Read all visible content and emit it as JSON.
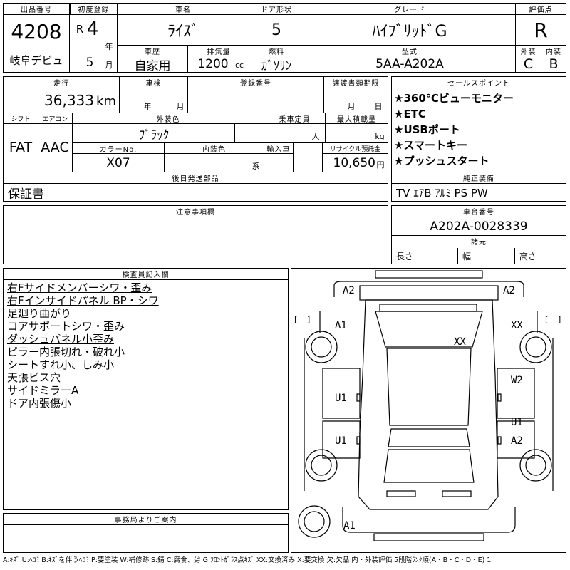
{
  "headers": {
    "lot_number": "出品番号",
    "first_registration": "初度登録",
    "model_name": "車名",
    "door_type": "ドア形状",
    "grade": "グレード",
    "rating": "評価点",
    "history": "車歴",
    "displacement": "排気量",
    "fuel": "燃料",
    "model_code": "型式",
    "exterior": "外装",
    "interior": "内装",
    "mileage": "走行",
    "inspection": "車検",
    "registration_number": "登録番号",
    "transfer_date": "譲渡書類期限",
    "sales_points": "セールスポイント",
    "shift": "シフト",
    "aircon": "エアコン",
    "body_color": "外装色",
    "capacity": "乗車定員",
    "max_load": "最大積載量",
    "color_no": "カラーNo.",
    "interior_color": "内装色",
    "import": "輸入車",
    "recycle": "リサイクル預託金",
    "later_parts": "後日発送部品",
    "standard_equipment": "純正装備",
    "notes": "注意事項欄",
    "chassis_number": "車台番号",
    "dimensions": "諸元",
    "inspector": "検査員記入欄",
    "office": "事務局よりご案内"
  },
  "lot_number": "4208",
  "venue": "岐阜デビュ",
  "reg_era": "R",
  "reg_year": "4",
  "reg_month": "5",
  "unit_year": "年",
  "unit_month": "月",
  "model_name": "ﾗｲｽﾞ",
  "doors": "5",
  "grade": "ﾊｲﾌﾞﾘｯﾄﾞG",
  "rating": "R",
  "history": "自家用",
  "displacement": "1200",
  "displacement_unit": "cc",
  "fuel": "ｶﾞｿﾘﾝ",
  "model_code": "5AA-A202A",
  "exterior_score": "C",
  "interior_score": "B",
  "mileage": "36,333",
  "mileage_unit": "km",
  "inspection_year_unit": "年",
  "inspection_month_unit": "月",
  "transfer_month_unit": "月",
  "transfer_day_unit": "日",
  "sales_points": [
    "★360℃ビューモニター",
    "★ETC",
    "★USBポート",
    "★スマートキー",
    "★プッシュスタート"
  ],
  "shift": "FAT",
  "aircon": "AAC",
  "body_color": "ﾌﾞﾗｯｸ",
  "capacity_unit": "人",
  "max_load_unit": "kg",
  "color_no": "X07",
  "interior_color_unit": "系",
  "recycle_fee": "10,650",
  "recycle_unit": "円",
  "later_parts": "保証書",
  "standard_equipment": "TV ｴｱB ｱﾙﾐ PS PW",
  "chassis_number": "A202A-0028339",
  "dim_length": "長さ",
  "dim_width": "幅",
  "dim_height": "高さ",
  "inspector_notes": [
    {
      "text": "右Fサイドメンバーシワ・歪み",
      "underline": true
    },
    {
      "text": "右Fインサイドパネル BP・シワ",
      "underline": true
    },
    {
      "text": "足廻り曲がり",
      "underline": true
    },
    {
      "text": "コアサポートシワ・歪み",
      "underline": true
    },
    {
      "text": "ダッシュパネル小歪み",
      "underline": true
    },
    {
      "text": "ピラー内張切れ・破れ小",
      "underline": false
    },
    {
      "text": "シートすれ小、しみ小",
      "underline": false
    },
    {
      "text": "天張ビス穴",
      "underline": false
    },
    {
      "text": "サイドミラーA",
      "underline": false
    },
    {
      "text": "ドア内張傷小",
      "underline": false
    }
  ],
  "damage_marks": {
    "front_left": "A2",
    "front_right": "A2",
    "fender_left": "A1",
    "fender_right": "XX",
    "roof": "XX",
    "door_rear_right": "W2",
    "door_front_left": "U1",
    "door_rear_left": "U1",
    "quarter_right_1": "U1",
    "quarter_right_2": "A2",
    "rear_bumper": "A1"
  },
  "legend": "A:ｷｽﾞ U:ﾍｺﾐ B:ｷｽﾞを伴うﾍｺﾐ P:要塗装 W:補修跡 S:錆 C:腐食、劣 G:ﾌﾛﾝﾄｶﾞﾗｽ点ｷｽﾞ XX:交換済み X:要交換 欠:欠品 内・外装評価 5段階ﾗﾝｸ順(A・B・C・D・E) 1"
}
